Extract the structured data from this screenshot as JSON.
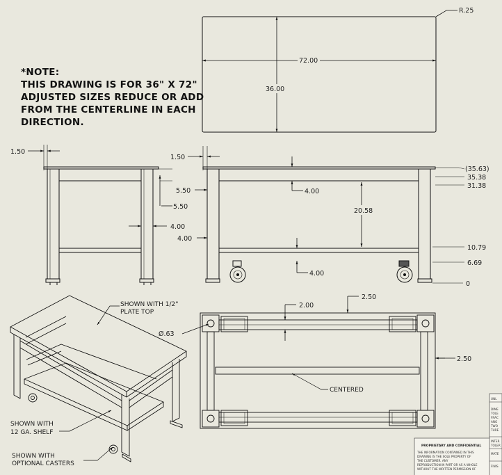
{
  "note": {
    "lines": [
      "*NOTE:",
      "THIS DRAWING IS FOR 36\" X 72\"",
      "ADJUSTED SIZES REDUCE OR ADD",
      "FROM THE CENTERLINE IN EACH",
      "DIRECTION."
    ]
  },
  "top_view": {
    "radius": "R.25",
    "width": "72.00",
    "depth": "36.00"
  },
  "side_view": {
    "top_thk": "1.50",
    "dim_550": "5.50",
    "dim_400": "4.00"
  },
  "front_view": {
    "top_thk": "1.50",
    "dim_550": "5.50",
    "dim_400_left": "4.00",
    "dim_400_upper": "4.00",
    "dim_400_lower": "4.00",
    "dim_2058": "20.58",
    "ord": [
      "(35.63)",
      "35.38",
      "31.38",
      "10.79",
      "6.69",
      "0"
    ]
  },
  "iso_view": {
    "plate_label_1": "SHOWN WITH 1/2\"",
    "plate_label_2": "PLATE TOP",
    "shelf_label_1": "SHOWN WITH",
    "shelf_label_2": "12 GA. SHELF",
    "caster_label_1": "SHOWN WITH",
    "caster_label_2": "OPTIONAL CASTERS"
  },
  "bottom_view": {
    "hole": "Ø.63",
    "dim_200": "2.00",
    "dim_250_top": "2.50",
    "dim_250_right": "2.50",
    "centered": "CENTERED"
  },
  "title_block": {
    "header": "PROPRIETARY AND CONFIDENTIAL",
    "body": [
      "THE INFORMATION CONTAINED IN THIS",
      "DRAWING IS THE SOLE PROPERTY OF",
      "THE CUSTOMER. ANY",
      "REPRODUCTION IN PART OR AS A WHOLE",
      "WITHOUT THE WRITTEN PERMISSION OF"
    ],
    "side_col": [
      "UNL",
      "DIME",
      "TOLE",
      "FRAC",
      "ANG",
      "TWO",
      "THRE",
      "INTER",
      "TOLER",
      "MATE",
      "FINIS"
    ]
  }
}
